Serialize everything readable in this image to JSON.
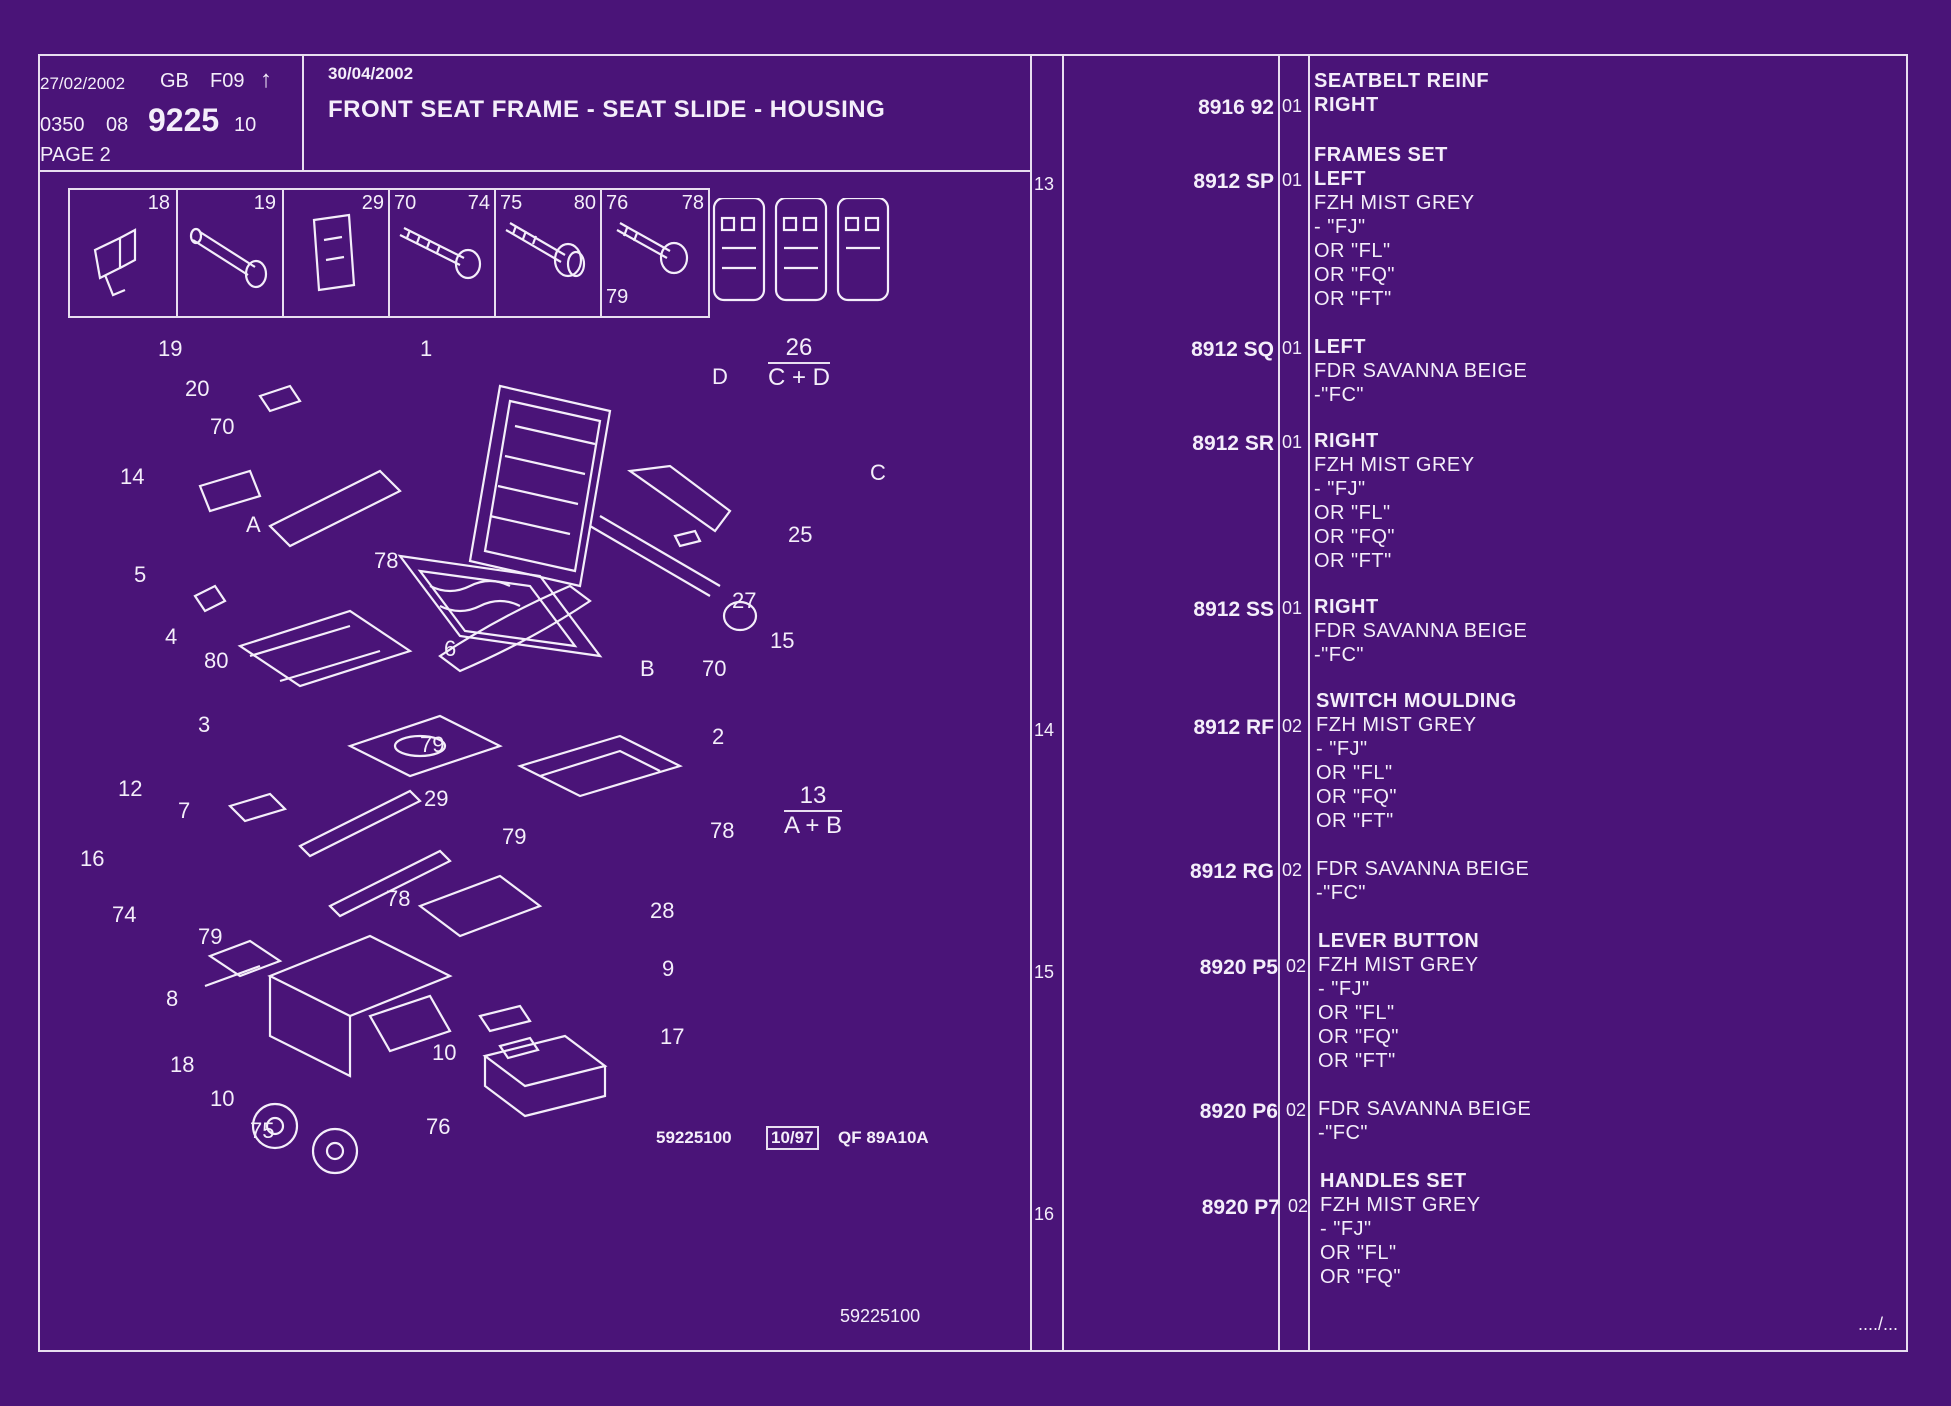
{
  "header": {
    "date1": "27/02/2002",
    "lang": "GB",
    "fcode": "F09",
    "arrow": "↑",
    "code1": "0350",
    "code2": "08",
    "plate": "9225",
    "code3": "10",
    "page": "PAGE  2",
    "date2": "30/04/2002",
    "title": "FRONT SEAT FRAME - SEAT SLIDE - HOUSING"
  },
  "thumbs": [
    {
      "n": [
        "18"
      ]
    },
    {
      "n": [
        "19"
      ]
    },
    {
      "n": [
        "29"
      ]
    },
    {
      "n": [
        "70",
        "74"
      ]
    },
    {
      "n": [
        "75",
        "80"
      ]
    },
    {
      "n": [
        "76",
        "78",
        "79"
      ]
    }
  ],
  "callouts": [
    "19",
    "20",
    "70",
    "14",
    "A",
    "78",
    "5",
    "4",
    "80",
    "1",
    "D",
    "C",
    "25",
    "27",
    "15",
    "B",
    "70",
    "6",
    "3",
    "12",
    "7",
    "16",
    "74",
    "79",
    "8",
    "18",
    "10",
    "75",
    "76",
    "10",
    "79",
    "2",
    "29",
    "79",
    "78",
    "78",
    "28",
    "9",
    "17"
  ],
  "fractions": [
    {
      "top": "26",
      "bottom": "C + D"
    },
    {
      "top": "13",
      "bottom": "A + B"
    }
  ],
  "drawing_refs": {
    "ref1": "59225100",
    "ref2": "10/97",
    "ref3": "QF 89A10A",
    "bottom": "59225100"
  },
  "parts": [
    {
      "group": "SEATBELT REINF",
      "no": "8916 92",
      "qty": "01",
      "lines": [
        "RIGHT"
      ],
      "fig": ""
    },
    {
      "group": "FRAMES SET",
      "no": "8912 SP",
      "qty": "01",
      "lines": [
        "LEFT",
        "FZH MIST GREY",
        "-    \"FJ\"",
        "OR \"FL\"",
        "OR \"FQ\"",
        "OR \"FT\""
      ],
      "fig": "13"
    },
    {
      "group": "",
      "no": "8912 SQ",
      "qty": "01",
      "lines": [
        "LEFT",
        "FDR SAVANNA BEIGE",
        "-\"FC\""
      ],
      "fig": ""
    },
    {
      "group": "",
      "no": "8912 SR",
      "qty": "01",
      "lines": [
        "RIGHT",
        "FZH MIST GREY",
        "-    \"FJ\"",
        "OR \"FL\"",
        "OR \"FQ\"",
        "OR \"FT\""
      ],
      "fig": ""
    },
    {
      "group": "",
      "no": "8912 SS",
      "qty": "01",
      "lines": [
        "RIGHT",
        "FDR SAVANNA BEIGE",
        "-\"FC\""
      ],
      "fig": ""
    },
    {
      "group": "SWITCH MOULDING",
      "no": "8912 RF",
      "qty": "02",
      "lines": [
        "FZH MIST GREY",
        "-    \"FJ\"",
        "OR \"FL\"",
        "OR \"FQ\"",
        "OR \"FT\""
      ],
      "fig": "14"
    },
    {
      "group": "",
      "no": "8912 RG",
      "qty": "02",
      "lines": [
        "FDR SAVANNA BEIGE",
        "-\"FC\""
      ],
      "fig": ""
    },
    {
      "group": "LEVER BUTTON",
      "no": "8920 P5",
      "qty": "02",
      "lines": [
        "FZH MIST GREY",
        "-    \"FJ\"",
        "OR \"FL\"",
        "OR \"FQ\"",
        "OR \"FT\""
      ],
      "fig": "15"
    },
    {
      "group": "",
      "no": "8920 P6",
      "qty": "02",
      "lines": [
        "FDR SAVANNA BEIGE",
        "-\"FC\""
      ],
      "fig": ""
    },
    {
      "group": "HANDLES SET",
      "no": "8920 P7",
      "qty": "02",
      "lines": [
        "FZH MIST GREY",
        "-    \"FJ\"",
        "OR \"FL\"",
        "OR \"FQ\""
      ],
      "fig": "16"
    }
  ],
  "continued": "..../..."
}
